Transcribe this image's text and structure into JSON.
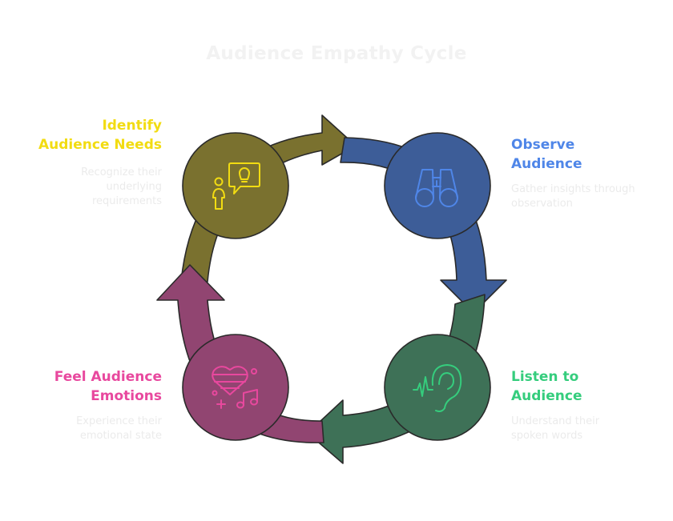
{
  "title": "Audience Empathy Cycle",
  "colors": {
    "olive": "#7a712f",
    "blue": "#3d5d98",
    "green": "#3e7157",
    "maroon": "#914571",
    "identify_text": "#f2dc12",
    "observe_text": "#4f86e8",
    "listen_text": "#35cd7d",
    "feel_text": "#e8489e"
  },
  "steps": [
    {
      "id": "identify",
      "title": "Identify\nAudience Needs",
      "description": "Recognize their\nunderlying\nrequirements",
      "icon": "person-idea-icon"
    },
    {
      "id": "observe",
      "title": "Observe\nAudience",
      "description": "Gather insights through\nobservation",
      "icon": "binoculars-icon"
    },
    {
      "id": "listen",
      "title": "Listen to\nAudience",
      "description": "Understand their\nspoken words",
      "icon": "ear-icon"
    },
    {
      "id": "feel",
      "title": "Feel Audience\nEmotions",
      "description": "Experience their\nemotional state",
      "icon": "heart-music-icon"
    }
  ]
}
